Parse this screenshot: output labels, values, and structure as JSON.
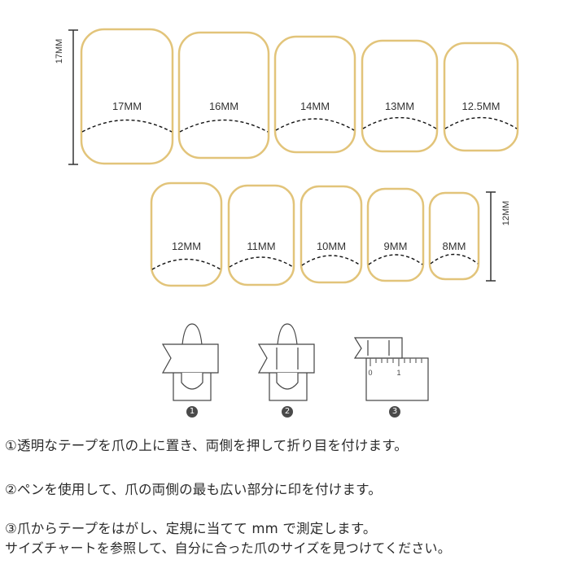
{
  "size_chart": {
    "row1": [
      "17MM",
      "16MM",
      "14MM",
      "13MM",
      "12.5MM"
    ],
    "row2": [
      "12MM",
      "11MM",
      "10MM",
      "9MM",
      "8MM"
    ],
    "dim_row1": "17MM",
    "dim_row2": "12MM",
    "nail_outline_color": "#e2c47a"
  },
  "steps": {
    "numbers": [
      "1",
      "2",
      "3"
    ],
    "ruler_ticks": [
      "0",
      "1"
    ]
  },
  "instructions": {
    "line1": "①透明なテープを爪の上に置き、両側を押して折り目を付けます。",
    "line2": "②ペンを使用して、爪の両側の最も広い部分に印を付けます。",
    "line3": "③爪からテープをはがし、定規に当てて mm で測定します。",
    "line4": "サイズチャートを参照して、自分に合った爪のサイズを見つけてください。"
  }
}
